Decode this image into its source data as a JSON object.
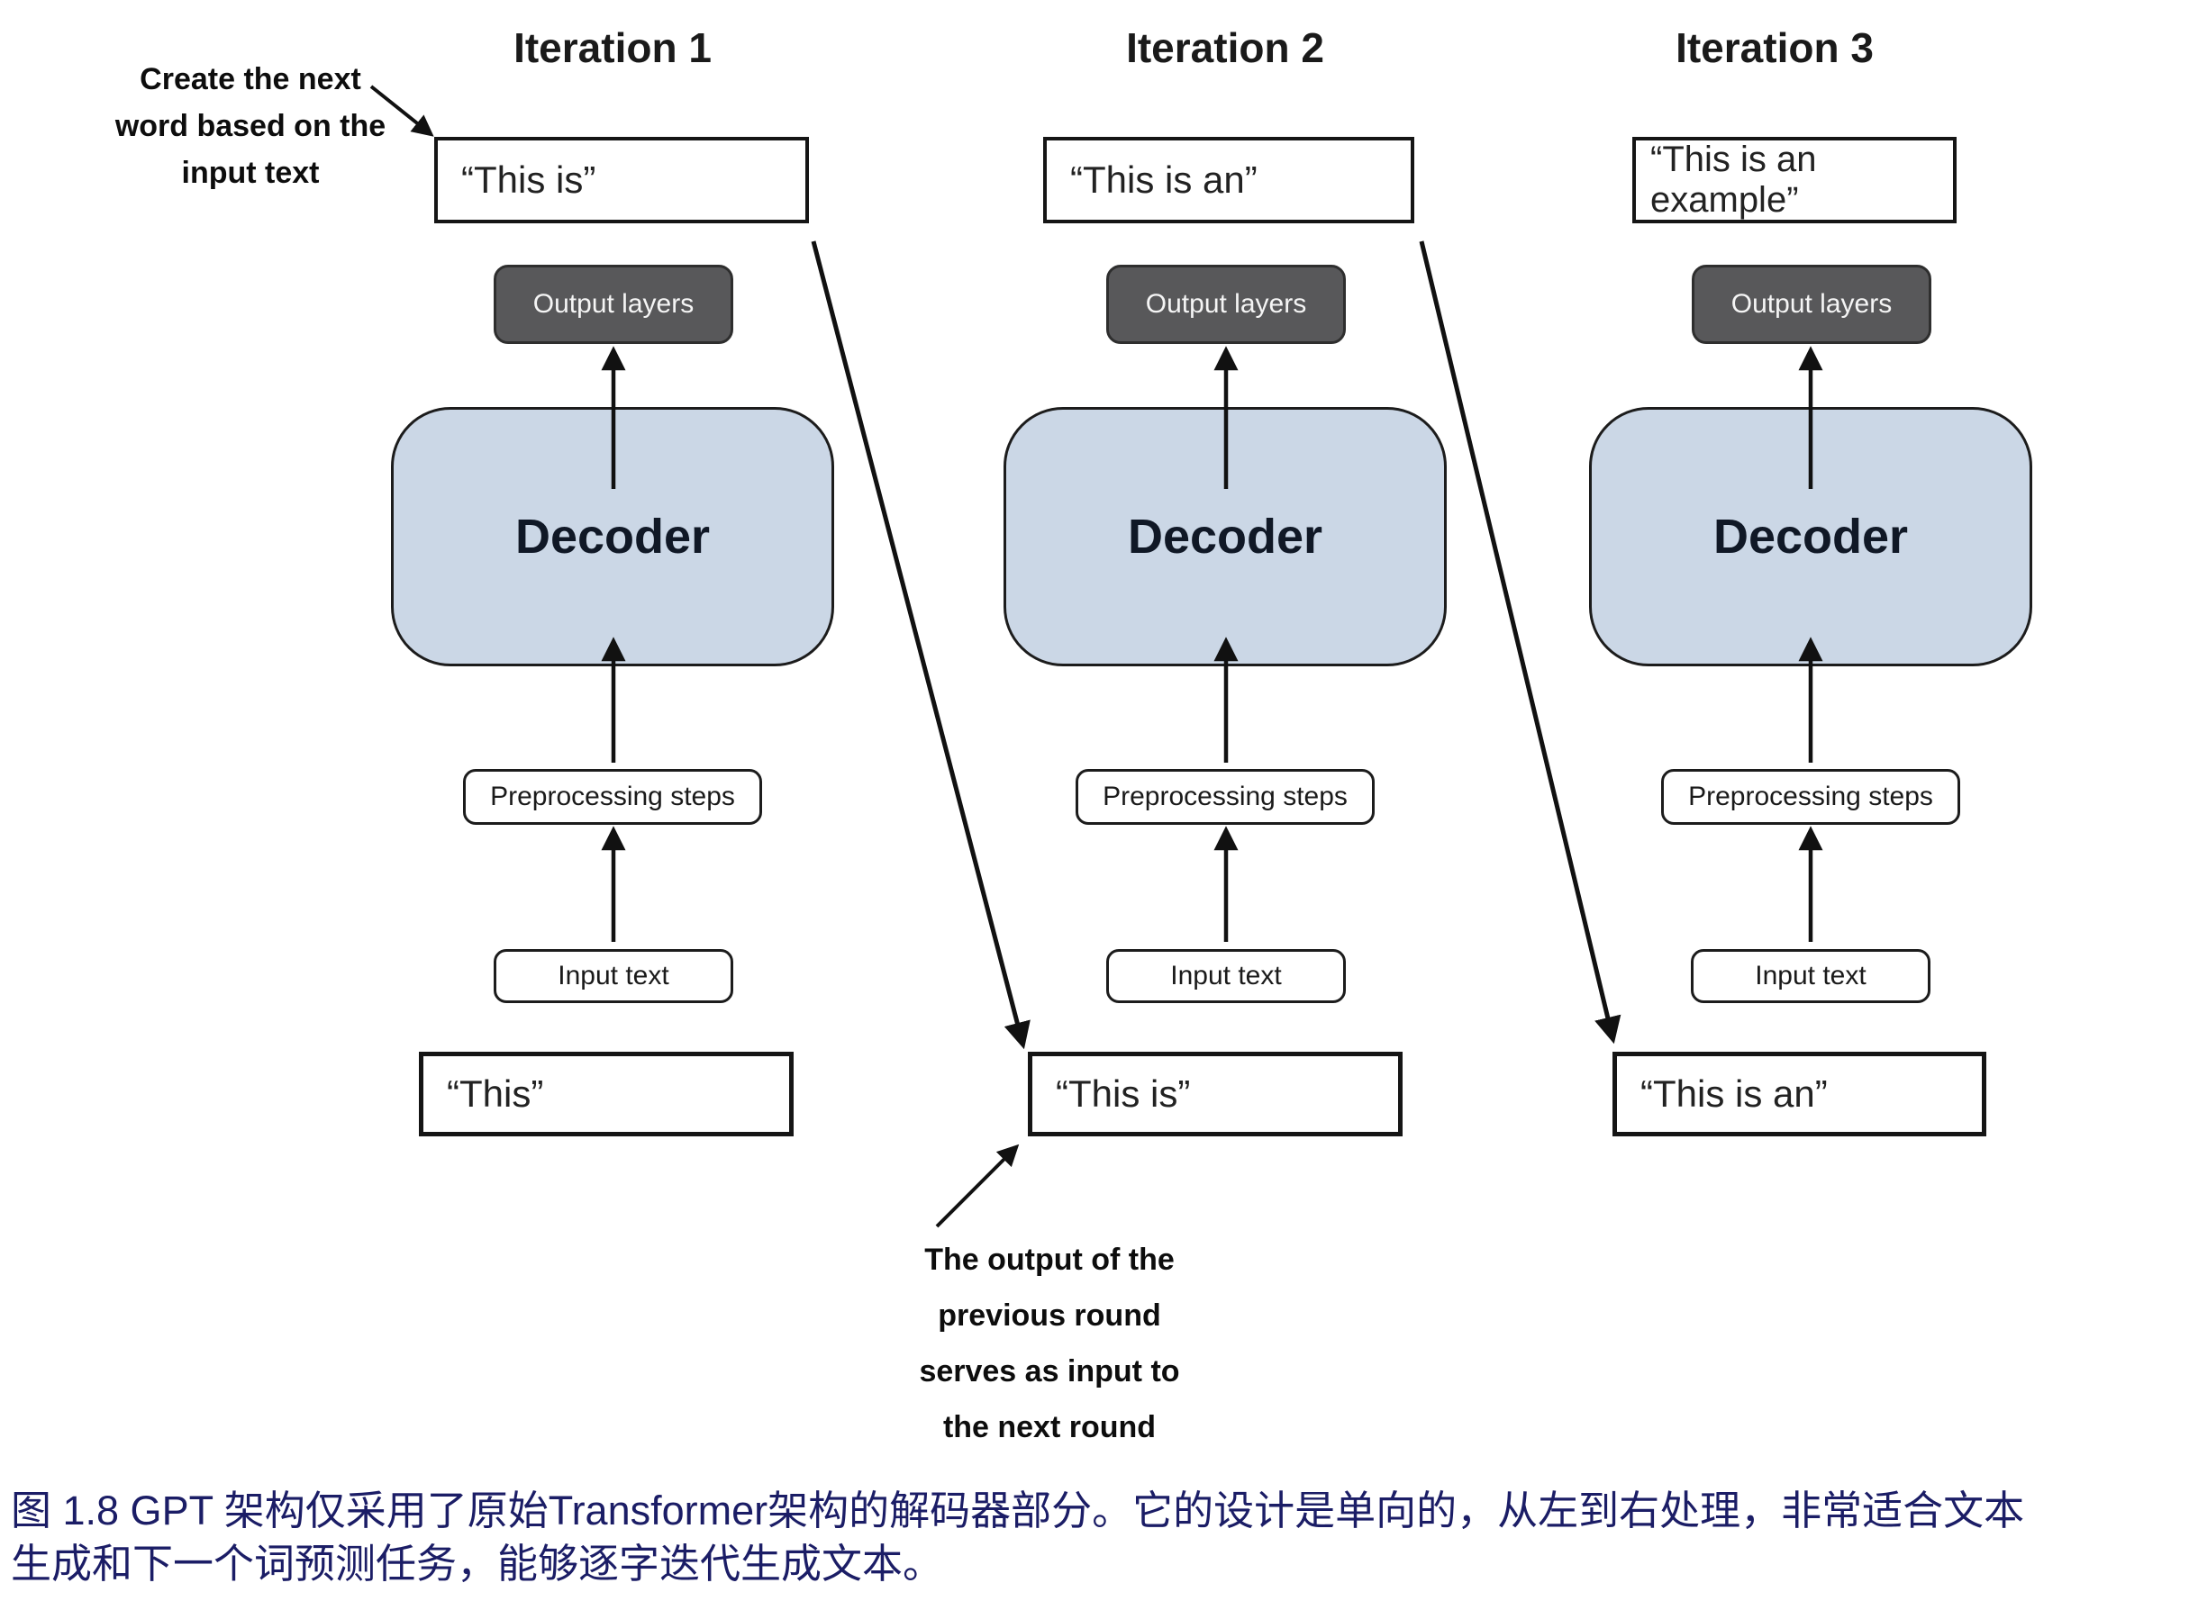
{
  "figure": {
    "iterations": [
      {
        "title": "Iteration 1",
        "output_text": "“This is”",
        "output_layers": "Output layers",
        "decoder": "Decoder",
        "preprocessing": "Preprocessing steps",
        "input_box": "Input text",
        "input_text": "“This”"
      },
      {
        "title": "Iteration 2",
        "output_text": "“This is an”",
        "output_layers": "Output layers",
        "decoder": "Decoder",
        "preprocessing": "Preprocessing steps",
        "input_box": "Input text",
        "input_text": "“This is”"
      },
      {
        "title": "Iteration 3",
        "output_text": "“This is an example”",
        "output_layers": "Output layers",
        "decoder": "Decoder",
        "preprocessing": "Preprocessing steps",
        "input_box": "Input text",
        "input_text": "“This is an”"
      }
    ],
    "annotations": {
      "create_next_word": "Create the next\nword based on the\ninput text",
      "output_previous_round": "The output of the\nprevious round\nserves as input to\nthe next round"
    },
    "caption": {
      "text": "图 1.8  GPT 架构仅采用了原始Transformer架构的解码器部分。它的设计是单向的，从左到右处理，非常适合文本\n生成和下一个词预测任务，能够逐字迭代生成文本。",
      "color": "#1b1d66"
    },
    "colors": {
      "decoder_fill": "#cbd7e6",
      "output_layers_fill": "#58585a",
      "stroke": "#1a1a1a"
    }
  }
}
